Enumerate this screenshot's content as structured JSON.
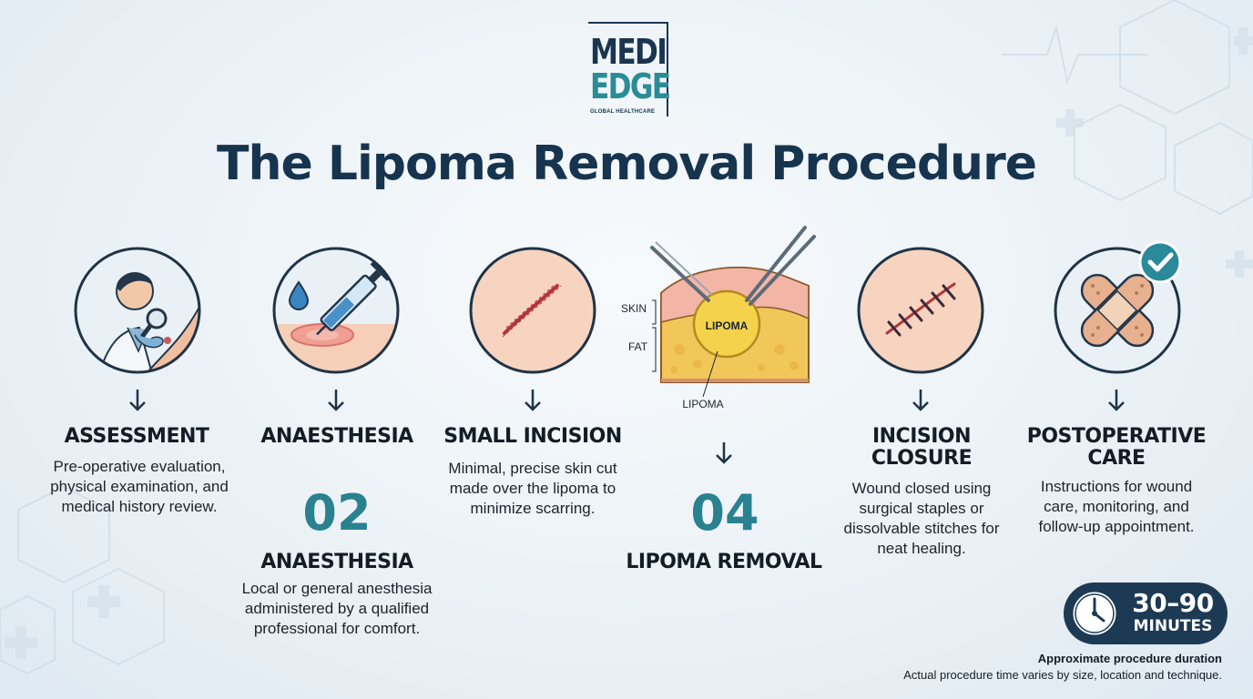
{
  "logo": {
    "line1": "MEDI",
    "line2": "EDGE",
    "tagline": "GLOBAL HEALTHCARE"
  },
  "title": "The Lipoma Removal Procedure",
  "steps": [
    {
      "title": "ASSESSMENT",
      "description": "Pre-operative evaluation, physical examination, and medical history review.",
      "icon": "doctor-examining-arm-icon"
    },
    {
      "title": "ANAESTHESIA",
      "number": "02",
      "subtitle": "ANAESTHESIA",
      "description": "Local or general anesthesia administered by a qualified professional for comfort.",
      "icon": "syringe-injection-icon"
    },
    {
      "title": "SMALL INCISION",
      "description": "Minimal, precise skin cut made over the lipoma to minimize scarring.",
      "icon": "skin-incision-icon"
    },
    {
      "number": "04",
      "subtitle": "LIPOMA REMOVAL",
      "diagram_labels": {
        "skin": "SKIN",
        "fat": "FAT",
        "lipoma_inner": "LIPOMA",
        "lipoma_pointer": "LIPOMA"
      },
      "icon": "lipoma-cross-section-icon"
    },
    {
      "title_line1": "INCISION",
      "title_line2": "CLOSURE",
      "description": "Wound closed using surgical staples or dissolvable stitches for neat healing.",
      "icon": "stitched-wound-icon"
    },
    {
      "title_line1": "POSTOPERATIVE",
      "title_line2": "CARE",
      "description": "Instructions for wound care, monitoring, and follow-up appointment.",
      "icon": "bandage-check-icon"
    }
  ],
  "duration": {
    "value": "30–90",
    "unit": "MINUTES",
    "caption": "Approximate procedure duration",
    "note": "Actual procedure time varies by size, location and technique.",
    "icon": "clock-icon"
  },
  "colors": {
    "navy": "#17344f",
    "teal": "#2a8190",
    "skin": "#f6cfb8",
    "fat": "#f1c75a"
  }
}
